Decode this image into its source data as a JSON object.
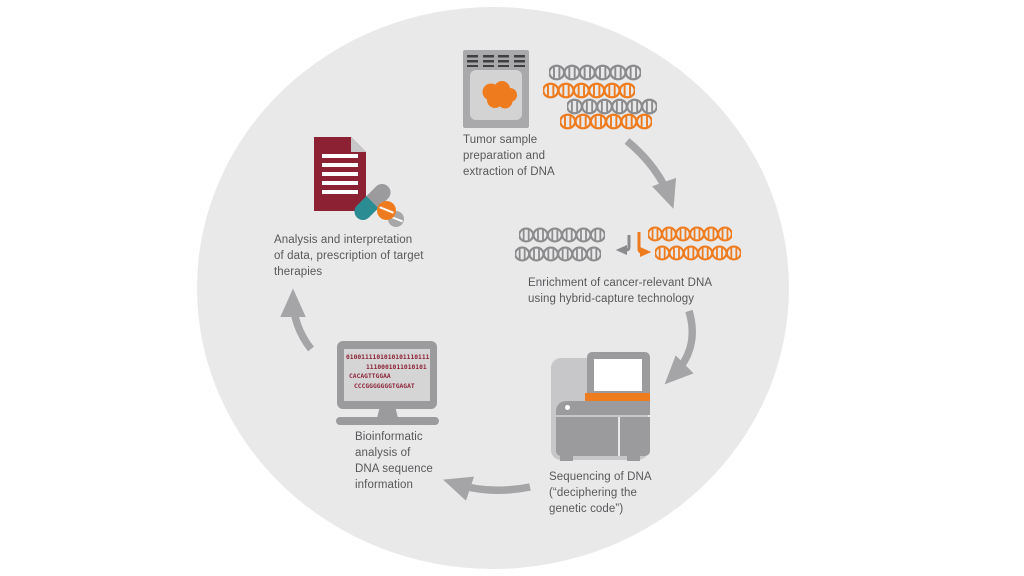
{
  "diagram": {
    "type": "cycle-workflow",
    "steps": [
      {
        "id": "tumor-sample",
        "label": "Tumor sample\npreparation and\nextraction of DNA"
      },
      {
        "id": "enrichment",
        "label": "Enrichment of cancer-relevant DNA\nusing hybrid-capture technology"
      },
      {
        "id": "sequencing",
        "label": "Sequencing of DNA\n(“deciphering the\ngenetic code”)"
      },
      {
        "id": "bioinformatics",
        "label": "Bioinformatic\nanalysis of\nDNA sequence\ninformation"
      },
      {
        "id": "analysis",
        "label": "Analysis and interpretation\nof data, prescription of target\ntherapies"
      }
    ],
    "monitor_code": {
      "line1": "0100111101010101110111",
      "line2": "1110001011010101",
      "line3": "CACAGTTGGAA",
      "line4": "CCCGGGGGGGTGAGAT"
    },
    "icons": [
      "tumor-cassette-icon",
      "dna-strand-icon",
      "enter-arrow-icon",
      "branch-arrow-icon",
      "sequencer-icon",
      "monitor-icon",
      "document-icon",
      "capsule-pill-icon",
      "orange-pill-icon",
      "gray-pill-icon",
      "flow-arrow-icon"
    ],
    "colors": {
      "orange": "#ee7c1e",
      "maroon": "#8c2133",
      "teal": "#2b8c94",
      "icon_gray": "#9b9b9d",
      "icon_gray_light": "#c7c7c9",
      "dna_gray": "#8b8b8d",
      "circle_bg": "#e9e9ea",
      "arrow_gray": "#a5a5a7",
      "label_text": "#58585a",
      "screen_bg": "#d5d5d6",
      "vent_dark": "#3f3f41",
      "window_bg": "#d3d3d4"
    }
  }
}
